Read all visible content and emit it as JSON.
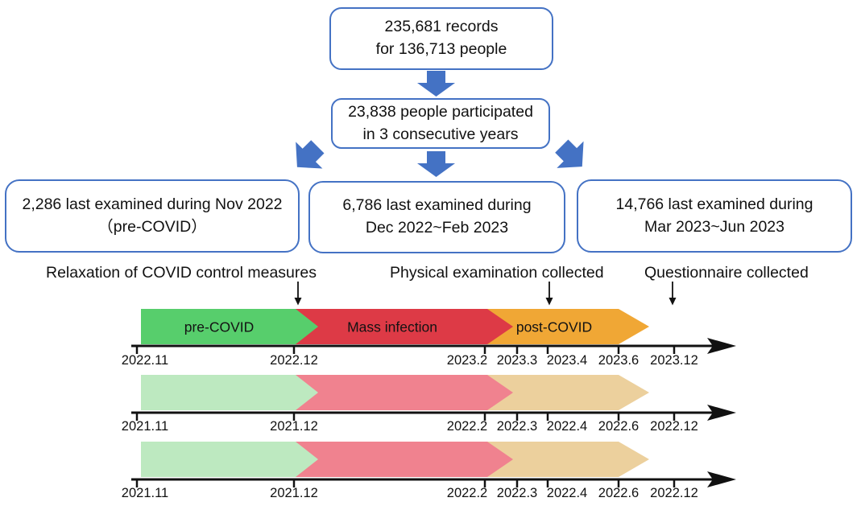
{
  "colors": {
    "accent_blue": "#4472C4",
    "ink": "#111111"
  },
  "flow": {
    "box_records": {
      "line1": "235,681 records",
      "line2": "for 136,713 people"
    },
    "box_cohort": {
      "line1": "23,838 people participated",
      "line2": "in 3 consecutive years"
    },
    "box_precovid": {
      "line1": "2,286 last examined during Nov 2022",
      "line2": "（pre-COVID）"
    },
    "box_dec_feb": {
      "line1": "6,786 last examined during",
      "line2": "Dec 2022~Feb 2023"
    },
    "box_mar_jun": {
      "line1": "14,766 last examined during",
      "line2": "Mar 2023~Jun 2023"
    }
  },
  "annotations": {
    "relaxation": "Relaxation of COVID control measures",
    "physical": "Physical examination collected",
    "questionnaire": "Questionnaire collected"
  },
  "timelines": [
    {
      "phases": [
        {
          "label": "pre-COVID",
          "color": "#57CE6C"
        },
        {
          "label": "Mass infection",
          "color": "#DD3A46"
        },
        {
          "label": "post-COVID",
          "color": "#F0A735"
        }
      ],
      "ticks": [
        "2022.11",
        "2022.12",
        "2023.2",
        "2023.3",
        "2023.4",
        "2023.6",
        "2023.12"
      ]
    },
    {
      "phases": [
        {
          "label": "",
          "color": "#BDE9C0"
        },
        {
          "label": "",
          "color": "#F0828F"
        },
        {
          "label": "",
          "color": "#ECD09D"
        }
      ],
      "ticks": [
        "2021.11",
        "2021.12",
        "2022.2",
        "2022.3",
        "2022.4",
        "2022.6",
        "2022.12"
      ]
    },
    {
      "phases": [
        {
          "label": "",
          "color": "#BDE9C0"
        },
        {
          "label": "",
          "color": "#F0828F"
        },
        {
          "label": "",
          "color": "#ECD09D"
        }
      ],
      "ticks": [
        "2021.11",
        "2021.12",
        "2022.2",
        "2022.3",
        "2022.4",
        "2022.6",
        "2022.12"
      ]
    }
  ]
}
